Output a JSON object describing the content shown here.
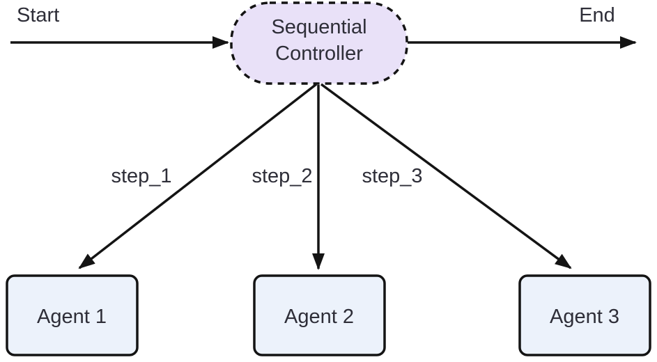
{
  "diagram": {
    "type": "flowchart",
    "start_label": "Start",
    "end_label": "End",
    "controller": {
      "label": "Sequential Controller",
      "label_lines": [
        "Sequential",
        "Controller"
      ]
    },
    "edges": [
      {
        "from": "Sequential Controller",
        "to": "Agent 1",
        "label": "step_1"
      },
      {
        "from": "Sequential Controller",
        "to": "Agent 2",
        "label": "step_2"
      },
      {
        "from": "Sequential Controller",
        "to": "Agent 3",
        "label": "step_3"
      }
    ],
    "agents": [
      {
        "label": "Agent 1"
      },
      {
        "label": "Agent 2"
      },
      {
        "label": "Agent 3"
      }
    ]
  },
  "colors": {
    "background": "#ffffff",
    "controller_fill": "#e9e1f8",
    "controller_border": "#141414",
    "agent_fill": "#ecf2fb",
    "agent_border": "#141414",
    "arrow": "#141414",
    "label_text": "#2e2e38"
  }
}
